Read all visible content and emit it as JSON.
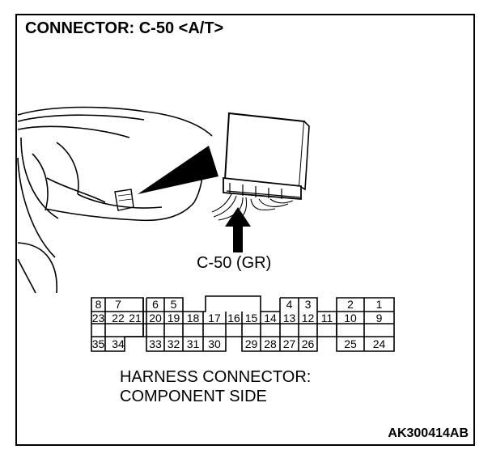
{
  "title": "CONNECTOR: C-50 <A/T>",
  "connector_label": "C-50 (GR)",
  "caption": {
    "line1": "HARNESS CONNECTOR:",
    "line2": "COMPONENT SIDE"
  },
  "ref_code": "AK300414AB",
  "pins": {
    "row1": [
      "8",
      "7",
      "6",
      "5",
      "4",
      "3",
      "2",
      "1"
    ],
    "row2": [
      "23",
      "22",
      "21",
      "20",
      "19",
      "18",
      "17",
      "16",
      "15",
      "14",
      "13",
      "12",
      "11",
      "10",
      "9"
    ],
    "row3": [
      "35",
      "34",
      "33",
      "32",
      "31",
      "30",
      "29",
      "28",
      "27",
      "26",
      "25",
      "24"
    ]
  }
}
